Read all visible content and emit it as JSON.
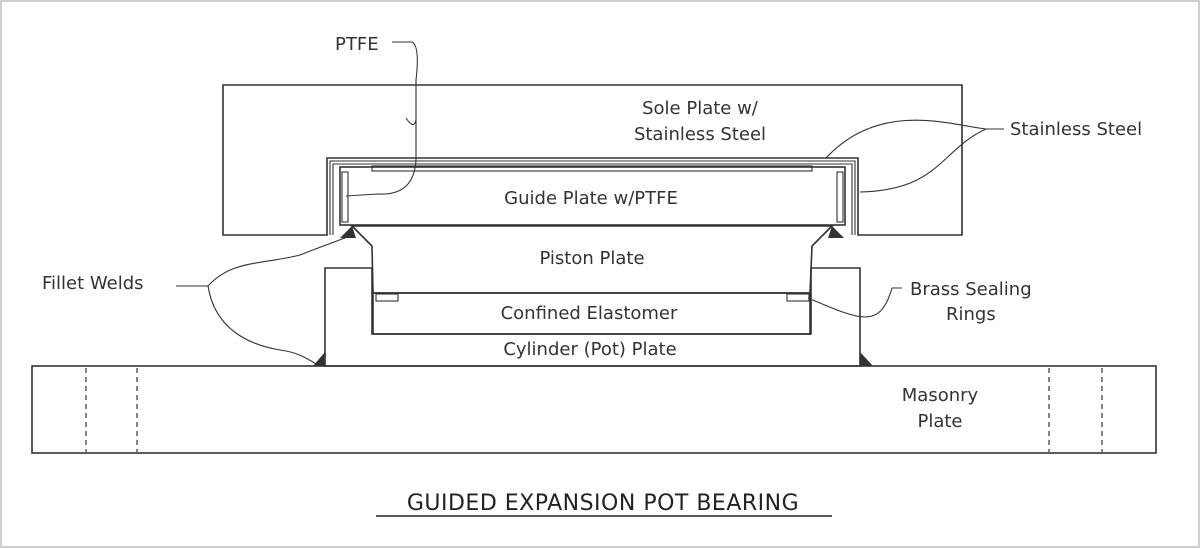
{
  "diagram": {
    "title": "GUIDED EXPANSION POT BEARING",
    "labels": {
      "ptfe": "PTFE",
      "sole_plate_line1": "Sole Plate w/",
      "sole_plate_line2": "Stainless Steel",
      "stainless_steel": "Stainless Steel",
      "guide_plate": "Guide Plate w/PTFE",
      "fillet_welds": "Fillet Welds",
      "piston_plate": "Piston Plate",
      "brass_line1": "Brass Sealing",
      "brass_line2": "Rings",
      "confined_elastomer": "Confined Elastomer",
      "cylinder_plate": "Cylinder (Pot) Plate",
      "masonry_line1": "Masonry",
      "masonry_line2": "Plate"
    }
  }
}
